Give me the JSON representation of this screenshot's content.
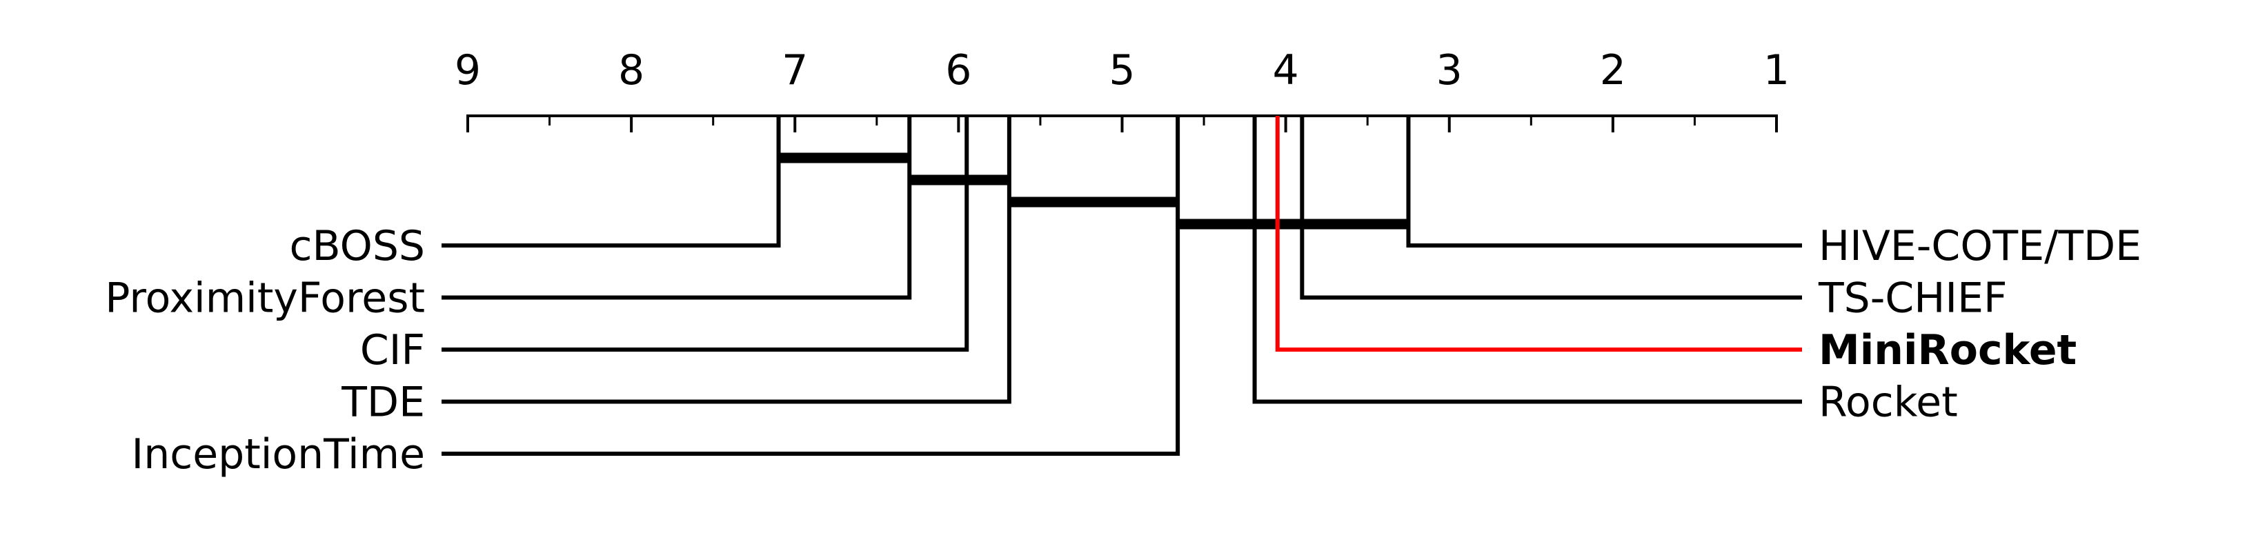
{
  "chart_data": {
    "type": "critical-difference-diagram",
    "axis": {
      "ticks": [
        9,
        8,
        7,
        6,
        5,
        4,
        3,
        2,
        1
      ],
      "range": [
        9,
        1
      ],
      "minor_ticks": true
    },
    "methods": [
      {
        "name": "cBOSS",
        "rank": 7.1,
        "side": "left",
        "highlight": false
      },
      {
        "name": "ProximityForest",
        "rank": 6.3,
        "side": "left",
        "highlight": false
      },
      {
        "name": "CIF",
        "rank": 5.95,
        "side": "left",
        "highlight": false
      },
      {
        "name": "TDE",
        "rank": 5.69,
        "side": "left",
        "highlight": false
      },
      {
        "name": "InceptionTime",
        "rank": 4.66,
        "side": "left",
        "highlight": false
      },
      {
        "name": "HIVE-COTE/TDE",
        "rank": 3.25,
        "side": "right",
        "highlight": false
      },
      {
        "name": "TS-CHIEF",
        "rank": 3.9,
        "side": "right",
        "highlight": false
      },
      {
        "name": "MiniRocket",
        "rank": 4.05,
        "side": "right",
        "highlight": true
      },
      {
        "name": "Rocket",
        "rank": 4.19,
        "side": "right",
        "highlight": false
      }
    ],
    "cliques": [
      {
        "from": 7.1,
        "to": 6.3
      },
      {
        "from": 6.3,
        "to": 5.69
      },
      {
        "from": 5.69,
        "to": 4.66
      },
      {
        "from": 4.66,
        "to": 3.25
      }
    ],
    "colors": {
      "default": "#000000",
      "highlight": "#ff0000"
    }
  }
}
